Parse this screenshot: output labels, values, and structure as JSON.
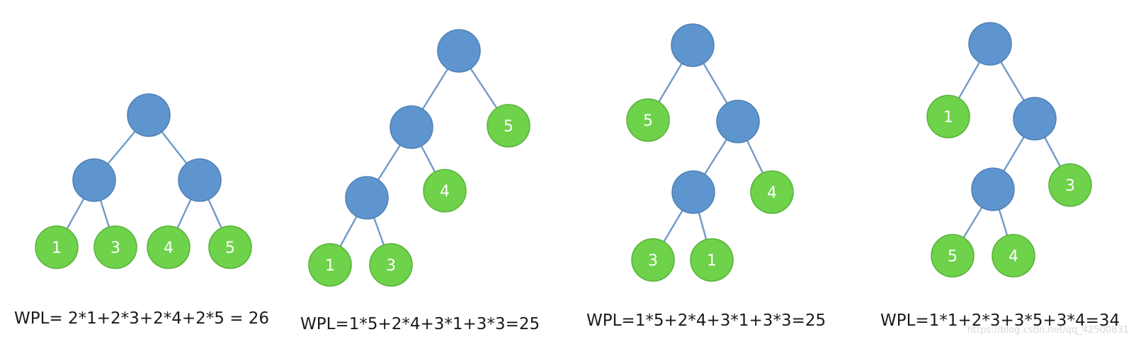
{
  "trees": [
    {
      "formula": "WPL= 2*1+2*3+2*4+2*5 = 26",
      "leaves": [
        "1",
        "3",
        "4",
        "5"
      ]
    },
    {
      "formula": "WPL=1*5+2*4+3*1+3*3=25",
      "leaves": [
        "5",
        "4",
        "1",
        "3"
      ]
    },
    {
      "formula": "WPL=1*5+2*4+3*1+3*3=25",
      "leaves": [
        "5",
        "4",
        "3",
        "1"
      ]
    },
    {
      "formula": "WPL=1*1+2*3+3*5+3*4=34",
      "leaves": [
        "1",
        "3",
        "5",
        "4"
      ]
    }
  ],
  "watermark": "https://blog.csdn.net/qq_42500831",
  "colors": {
    "internal_node": "#5f95cf",
    "leaf_node": "#6ed24a",
    "edge": "#6f9bc7"
  }
}
